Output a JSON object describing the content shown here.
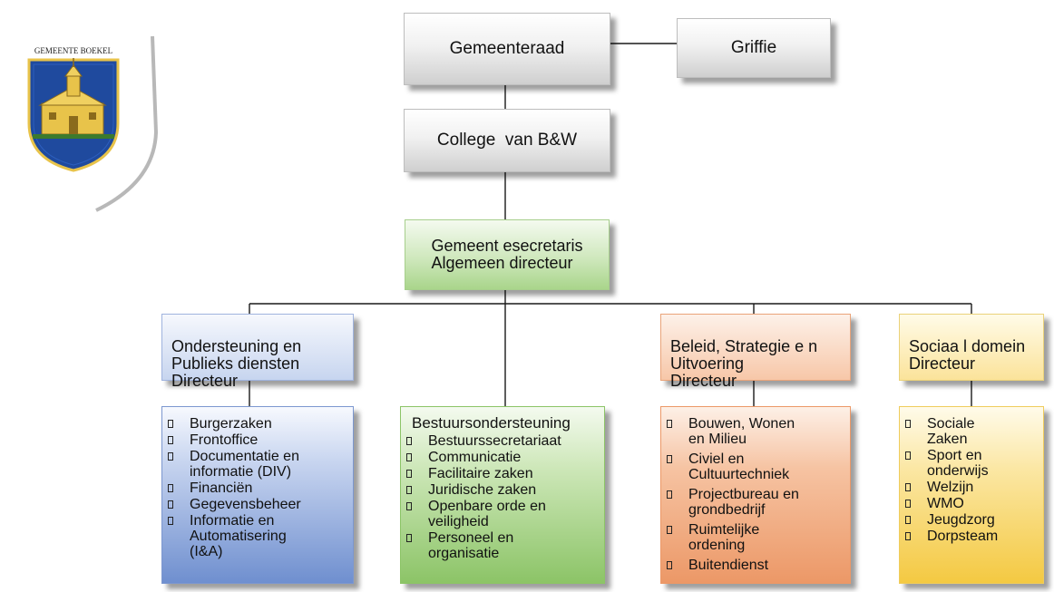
{
  "logo": {
    "text": "GEMEENTE BOEKEL"
  },
  "nodes": {
    "gemeenteraad": "Gemeenteraad",
    "griffie": "Griffie",
    "college": "College  van B&W",
    "secretaris": "Gemeent esecretaris\nAlgemeen directeur"
  },
  "departments": [
    {
      "header": "Ondersteuning en\nPublieks diensten\nDirecteur",
      "items": [
        "Burgerzaken",
        "Frontoffice",
        "Documentatie en\ninformatie (DIV)",
        "Financiën",
        "Gegevensbeheer",
        "Informatie en\nAutomatisering\n(I&A)"
      ]
    },
    {
      "header": "Bestuursondersteuning",
      "items": [
        "Bestuurssecretariaat",
        "Communicatie",
        "Facilitaire zaken",
        "Juridische zaken",
        "Openbare orde en\nveiligheid",
        "Personeel en\norganisatie"
      ]
    },
    {
      "header": "Beleid, Strategie e n\nUitvoering\nDirecteur",
      "items": [
        "Bouwen, Wonen\nen Milieu",
        "Civiel en\nCultuurtechniek",
        "Projectbureau en\ngrondbedrijf",
        "Ruimtelijke\nordening",
        "Buitendienst"
      ]
    },
    {
      "header": "Sociaa l domein\nDirecteur",
      "items": [
        "Sociale\nZaken",
        "Sport en\nonderwijs",
        "Welzijn",
        "WMO",
        "Jeugdzorg",
        "Dorpsteam"
      ]
    }
  ],
  "colors": {
    "line": "#1a1a1a",
    "grey_box": "#dcdcdc",
    "green": "#a9d58b",
    "blue": "#6f8fcf",
    "orange": "#ec9867",
    "yellow": "#f4c942",
    "shield_blue": "#1f4a9e",
    "shield_gold": "#e8c34a"
  }
}
